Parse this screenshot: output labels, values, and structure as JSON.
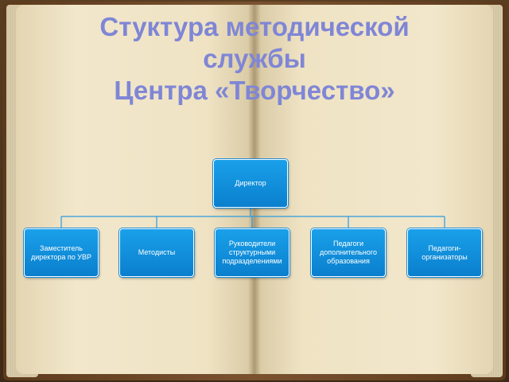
{
  "title": {
    "line1": "Стуктура методической",
    "line2": "службы",
    "line3": "Центра «Творчество»"
  },
  "org_chart": {
    "root": "Директор",
    "children": [
      "Заместитель директора по УВР",
      "Методисты",
      "Руководители структурными подразделениями",
      "Педагоги дополнительного образования",
      "Педагоги-организаторы"
    ]
  },
  "colors": {
    "title": "#7f86d6",
    "node_fill": "#1a8ad6",
    "page": "#efe3c4"
  }
}
